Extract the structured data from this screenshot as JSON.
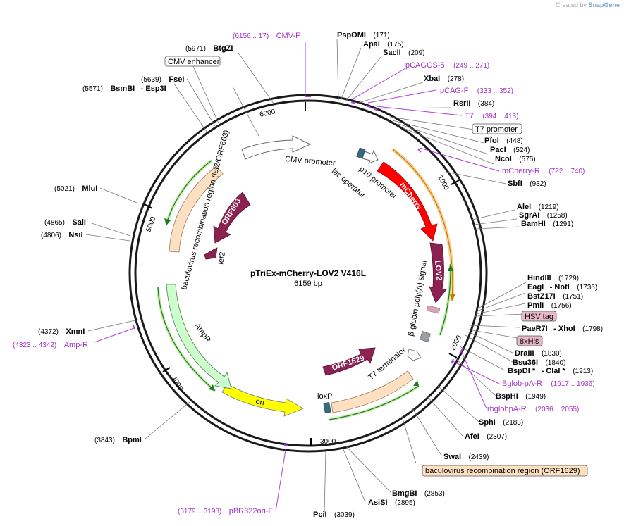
{
  "credit": {
    "prefix": "Created by",
    "brand": "SnapGene"
  },
  "plasmid": {
    "name": "pTriEx-mCherry-LOV2 V416L",
    "size": "6159 bp"
  },
  "ticks": [
    "1000",
    "2000",
    "3000",
    "4000",
    "5000",
    "6000"
  ],
  "sites": {
    "pspomi": {
      "name": "PspOMI",
      "pos": "(171)"
    },
    "apai": {
      "name": "ApaI",
      "pos": "(175)"
    },
    "sacii": {
      "name": "SacII",
      "pos": "(209)"
    },
    "xbai": {
      "name": "XbaI",
      "pos": "(278)"
    },
    "rsrii": {
      "name": "RsrII",
      "pos": "(384)"
    },
    "pfoi": {
      "name": "PfoI",
      "pos": "(448)"
    },
    "paci": {
      "name": "PacI",
      "pos": "(524)"
    },
    "ncoi": {
      "name": "NcoI",
      "pos": "(575)"
    },
    "sbfi": {
      "name": "SbfI",
      "pos": "(932)"
    },
    "alei": {
      "name": "AleI",
      "pos": "(1219)"
    },
    "sgrai": {
      "name": "SgrAI",
      "pos": "(1258)"
    },
    "bamhi": {
      "name": "BamHI",
      "pos": "(1291)"
    },
    "hindiii": {
      "name": "HindIII",
      "pos": "(1729)"
    },
    "eagi": {
      "name": "EagI",
      "name2": "- NotI",
      "pos": "(1736)"
    },
    "bstz17i": {
      "name": "BstZ17I",
      "pos": "(1751)"
    },
    "pmli": {
      "name": "PmlI",
      "pos": "(1756)"
    },
    "paer7i": {
      "name": "PaeR7I",
      "name2": "- XhoI",
      "pos": "(1798)"
    },
    "draiii": {
      "name": "DraIII",
      "pos": "(1830)"
    },
    "bsu36i": {
      "name": "Bsu36I",
      "pos": "(1840)"
    },
    "bspdi": {
      "name": "BspDI *",
      "name2": "- ClaI *",
      "pos": "(1913)"
    },
    "bsphi": {
      "name": "BspHI",
      "pos": "(1949)"
    },
    "sphi": {
      "name": "SphI",
      "pos": "(2183)"
    },
    "afei": {
      "name": "AfeI",
      "pos": "(2307)"
    },
    "swai": {
      "name": "SwaI",
      "pos": "(2439)"
    },
    "bmgbi": {
      "name": "BmgBI",
      "pos": "(2853)"
    },
    "asisi": {
      "name": "AsiSI",
      "pos": "(2895)"
    },
    "pcii": {
      "name": "PciI",
      "pos": "(3039)"
    },
    "bpmi": {
      "name": "BpmI",
      "pos": "(3843)"
    },
    "xmni": {
      "name": "XmnI",
      "pos": "(4372)"
    },
    "nsii": {
      "name": "NsiI",
      "pos": "(4806)"
    },
    "sali": {
      "name": "SalI",
      "pos": "(4865)"
    },
    "mlui": {
      "name": "MluI",
      "pos": "(5021)"
    },
    "bsmbi": {
      "name": "BsmBI",
      "name2": "- Esp3I",
      "pos": "(5571)"
    },
    "fsei": {
      "name": "FseI",
      "pos": "(5639)"
    },
    "btgzi": {
      "name": "BtgZI",
      "pos": "(5971)"
    }
  },
  "primers": {
    "cmvf": {
      "name": "CMV-F",
      "pos": "(6156 .. 17)"
    },
    "pcaggs5": {
      "name": "pCAGGS-5",
      "pos": "(249 .. 271)"
    },
    "pcagf": {
      "name": "pCAG-F",
      "pos": "(333 .. 352)"
    },
    "t7": {
      "name": "T7",
      "pos": "(394 .. 413)"
    },
    "mcherryr": {
      "name": "mCherry-R",
      "pos": "(722 .. 740)"
    },
    "bglobpar": {
      "name": "Bglob-pA-R",
      "pos": "(1917 .. 1936)"
    },
    "rbglobpar": {
      "name": "rbglobpA-R",
      "pos": "(2036 .. 2055)"
    },
    "pbr322orif": {
      "name": "pBR322ori-F",
      "pos": "(3179 .. 3198)"
    },
    "ampr": {
      "name": "Amp-R",
      "pos": "(4323 .. 4342)"
    }
  },
  "boxed": {
    "cmv_enhancer": "CMV enhancer",
    "t7_promoter": "T7 promoter",
    "hsv_tag": "HSV tag",
    "his8": "8xHis",
    "bac_orf1629": "baculovirus recombination region (ORF1629)"
  },
  "features": {
    "cmv_promoter": "CMV promoter",
    "p10_promoter": "p10 promoter",
    "lac_operator": "lac operator",
    "mcherry": "mCherry",
    "lov2": "LOV2",
    "bglobin": "β-globin poly(A) signal",
    "t7_terminator": "T7 terminator",
    "orf1629": "ORF1629",
    "loxp": "loxP",
    "ori": "ori",
    "ampr": "AmpR",
    "bac_lef2": "baculovirus recombination region (lef2/ORF603)",
    "orf603": "ORF603",
    "lef2": "lef2"
  },
  "colors": {
    "mcherry": "#ff0000",
    "lov2": "#8b2252",
    "orf": "#7a2a55",
    "ori": "#ffff00",
    "ampr": "#ccffcc",
    "bac": "#fde0c2",
    "primer": "#a330c8",
    "hsv": "#e8b8c8"
  }
}
